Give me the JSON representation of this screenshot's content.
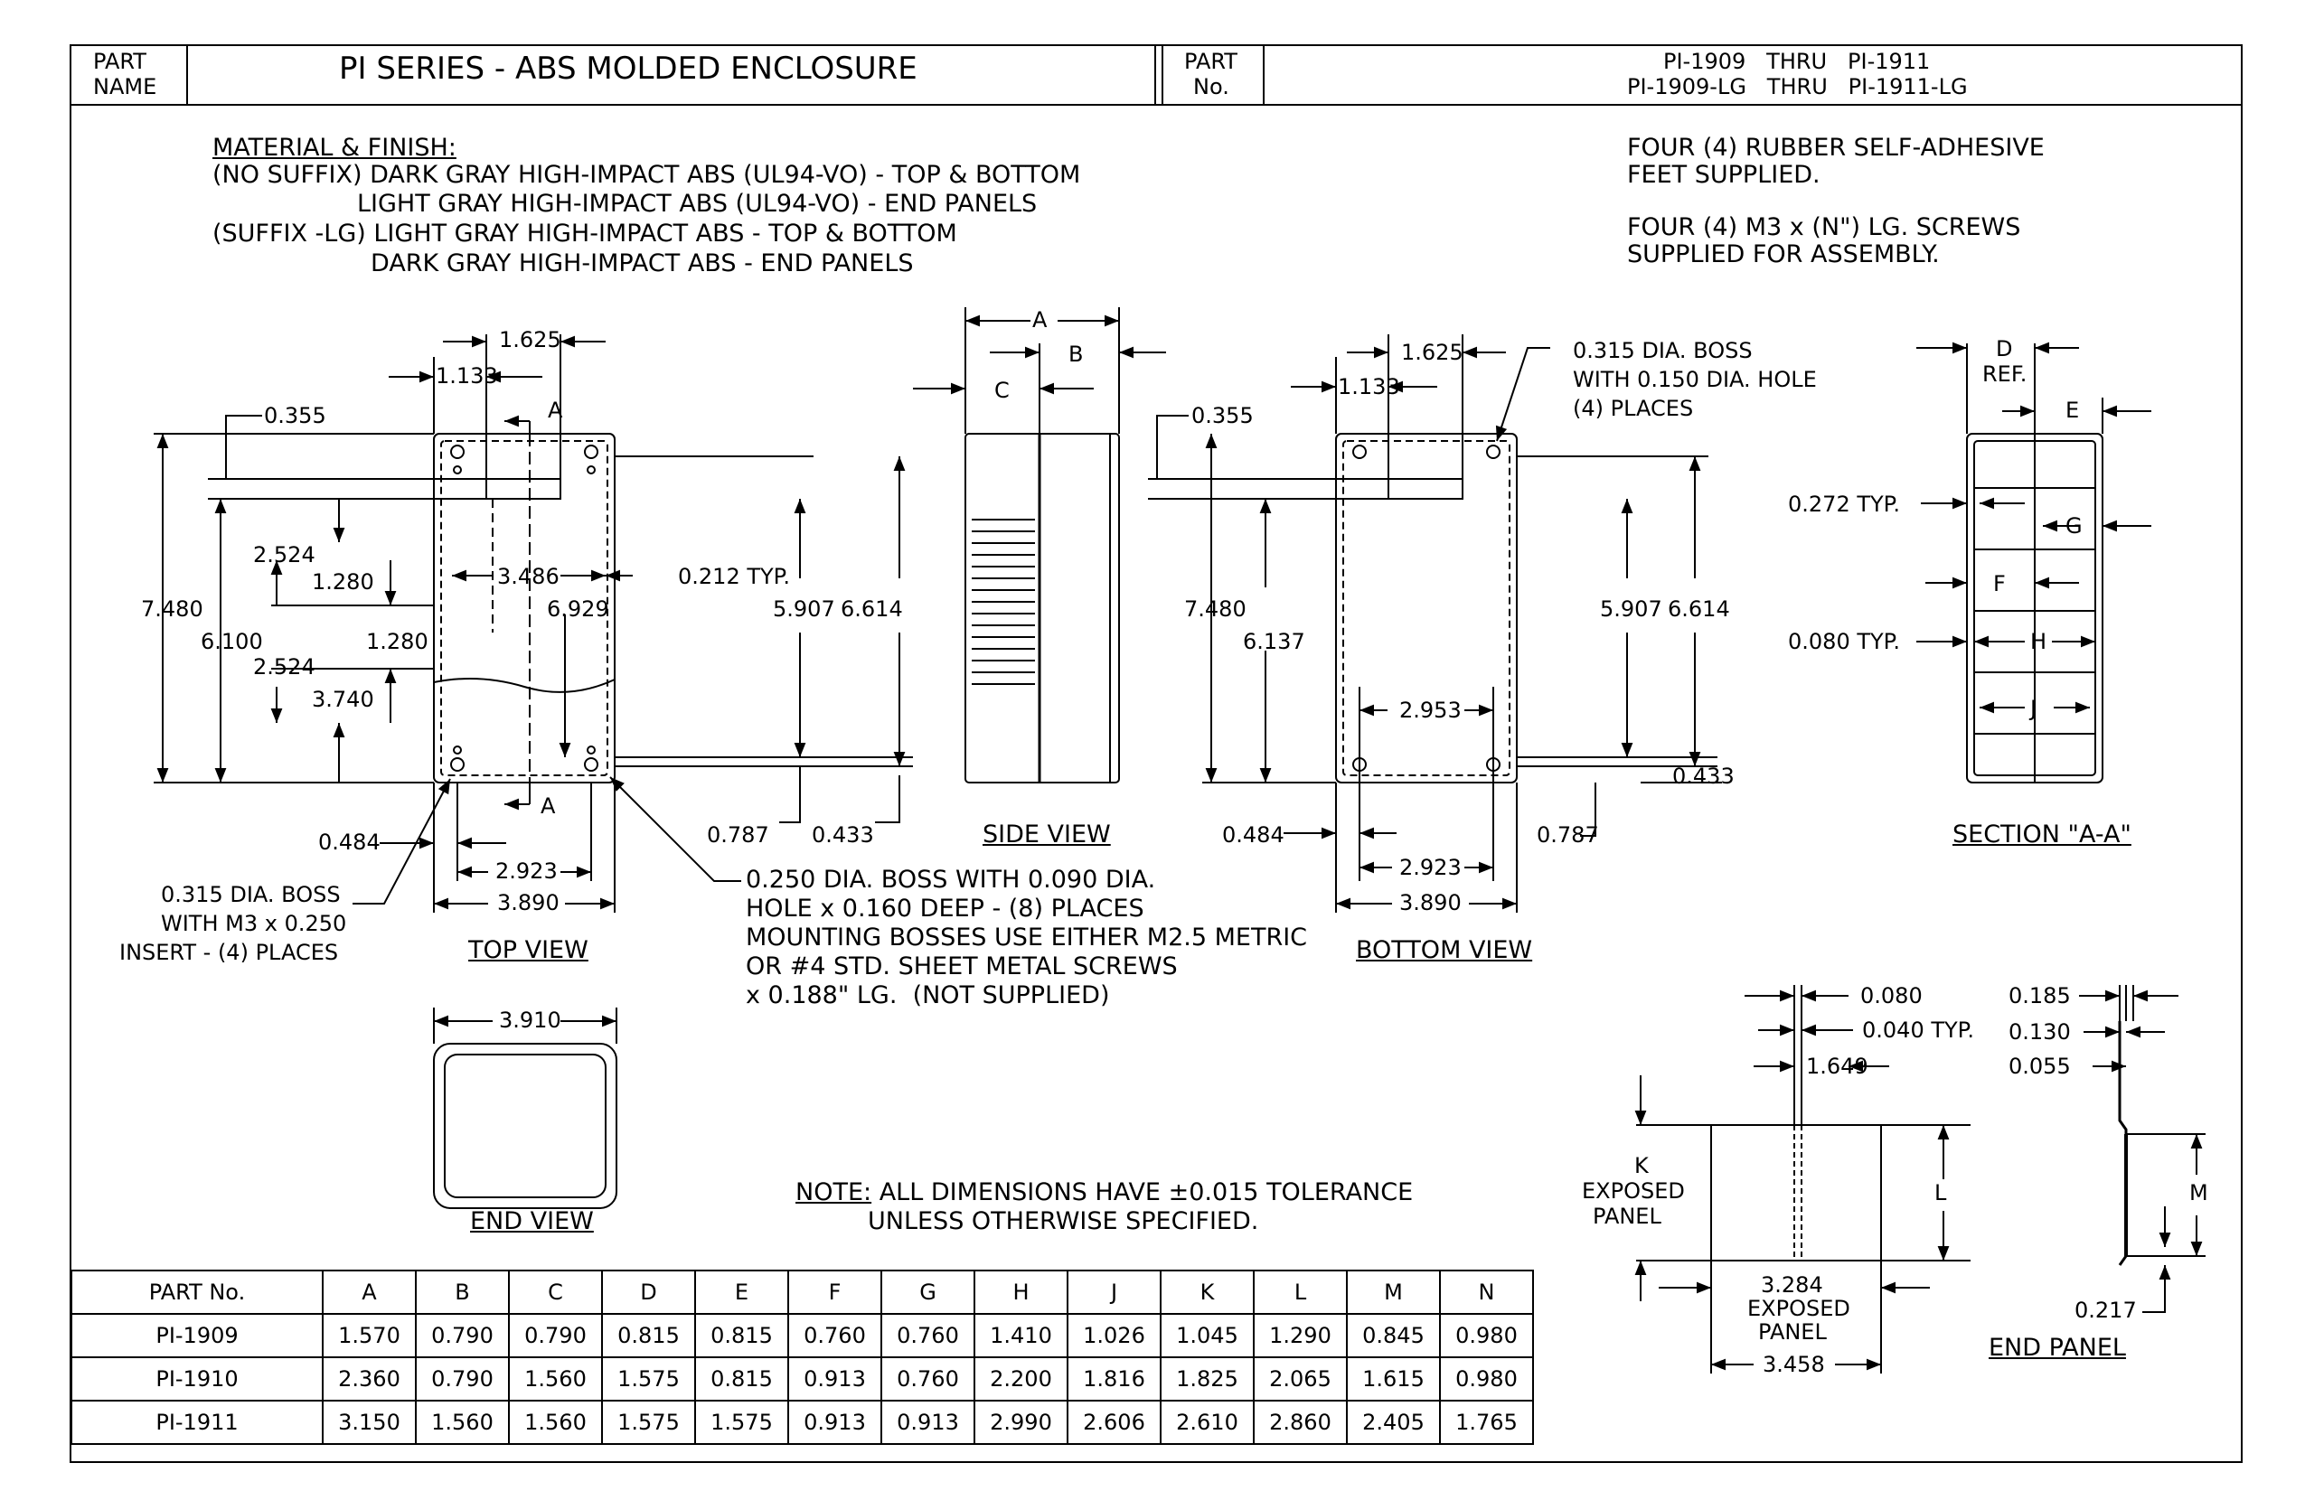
{
  "title_block": {
    "part_name_label_1": "PART",
    "part_name_label_2": "NAME",
    "part_name": "PI SERIES - ABS MOLDED ENCLOSURE",
    "part_no_label_1": "PART",
    "part_no_label_2": "No.",
    "part_no_line_1": "PI-1909   THRU   PI-1911",
    "part_no_line_2": "PI-1909-LG   THRU   PI-1911-LG"
  },
  "material": {
    "heading": "MATERIAL & FINISH:",
    "line_1": "(NO SUFFIX) DARK GRAY HIGH-IMPACT ABS (UL94-VO) - TOP & BOTTOM",
    "line_2": "LIGHT GRAY HIGH-IMPACT ABS (UL94-VO) - END PANELS",
    "line_3": "(SUFFIX -LG) LIGHT GRAY HIGH-IMPACT ABS - TOP & BOTTOM",
    "line_4": "DARK GRAY HIGH-IMPACT ABS - END PANELS"
  },
  "notes_top_right": {
    "feet_1": "FOUR (4) RUBBER SELF-ADHESIVE",
    "feet_2": "FEET SUPPLIED.",
    "screws_1": "FOUR (4) M3 x (N\") LG. SCREWS",
    "screws_2": "SUPPLIED FOR ASSEMBLY."
  },
  "top_view": {
    "label": "TOP VIEW",
    "dims": {
      "d1625": "1.625",
      "d1133": "1.133",
      "d0355": "0.355",
      "sectA_top": "A",
      "sectA_bot": "A",
      "d2524a": "2.524",
      "d1280a": "1.280",
      "d7480": "7.480",
      "d6100": "6.100",
      "d1280b": "1.280",
      "d2524b": "2.524",
      "d3740": "3.740",
      "d3486": "3.486",
      "d6929": "6.929",
      "d0212": "0.212 TYP.",
      "d5907": "5.907",
      "d6614": "6.614",
      "d0787": "0.787",
      "d0433": "0.433",
      "d0484": "0.484",
      "d2923": "2.923",
      "d3890": "3.890"
    },
    "note_boss_1": "0.315 DIA. BOSS",
    "note_boss_2": "WITH M3 x 0.250",
    "note_boss_3": "INSERT - (4) PLACES",
    "note_mount_1": "0.250 DIA. BOSS WITH 0.090 DIA.",
    "note_mount_2": "HOLE x 0.160 DEEP - (8) PLACES",
    "note_mount_3": "MOUNTING BOSSES USE EITHER M2.5 METRIC",
    "note_mount_4": "OR #4 STD. SHEET METAL SCREWS",
    "note_mount_5": "x 0.188\" LG.  (NOT SUPPLIED)"
  },
  "side_view": {
    "label": "SIDE VIEW",
    "a": "A",
    "b": "B",
    "c": "C"
  },
  "bottom_view": {
    "label": "BOTTOM VIEW",
    "d1625": "1.625",
    "d1133": "1.133",
    "d0355": "0.355",
    "note_1": "0.315 DIA. BOSS",
    "note_2": "WITH 0.150 DIA. HOLE",
    "note_3": "(4) PLACES",
    "d7480": "7.480",
    "d6137": "6.137",
    "d5907": "5.907",
    "d6614": "6.614",
    "d2953": "2.953",
    "d0433": "0.433",
    "d0484": "0.484",
    "d0787": "0.787",
    "d2923": "2.923",
    "d3890": "3.890"
  },
  "section_view": {
    "label": "SECTION \"A-A\"",
    "d": "D",
    "ref": "REF.",
    "e": "E",
    "g": "G",
    "f": "F",
    "h": "H",
    "j": "J",
    "d0272": "0.272 TYP.",
    "d0080": "0.080 TYP."
  },
  "end_view": {
    "label": "END VIEW",
    "d3910": "3.910"
  },
  "note_tolerance": {
    "prefix": "NOTE:",
    "line_1": " ALL DIMENSIONS HAVE ±0.015 TOLERANCE",
    "line_2": "UNLESS OTHERWISE SPECIFIED."
  },
  "end_panel": {
    "label": "END PANEL",
    "d0080": "0.080",
    "d0040": "0.040 TYP.",
    "d1649": "1.649",
    "k": "K",
    "exposed_1": "EXPOSED",
    "panel_1": "PANEL",
    "l": "L",
    "d3284": "3.284",
    "exposed_2": "EXPOSED",
    "panel_2": "PANEL",
    "d3458": "3.458",
    "d0185": "0.185",
    "d0130": "0.130",
    "d0055": "0.055",
    "m": "M",
    "d0217": "0.217"
  },
  "table": {
    "headers": [
      "PART No.",
      "A",
      "B",
      "C",
      "D",
      "E",
      "F",
      "G",
      "H",
      "J",
      "K",
      "L",
      "M",
      "N"
    ],
    "rows": [
      [
        "PI-1909",
        "1.570",
        "0.790",
        "0.790",
        "0.815",
        "0.815",
        "0.760",
        "0.760",
        "1.410",
        "1.026",
        "1.045",
        "1.290",
        "0.845",
        "0.980"
      ],
      [
        "PI-1910",
        "2.360",
        "0.790",
        "1.560",
        "1.575",
        "0.815",
        "0.913",
        "0.760",
        "2.200",
        "1.816",
        "1.825",
        "2.065",
        "1.615",
        "0.980"
      ],
      [
        "PI-1911",
        "3.150",
        "1.560",
        "1.560",
        "1.575",
        "1.575",
        "0.913",
        "0.913",
        "2.990",
        "2.606",
        "2.610",
        "2.860",
        "2.405",
        "1.765"
      ]
    ]
  }
}
